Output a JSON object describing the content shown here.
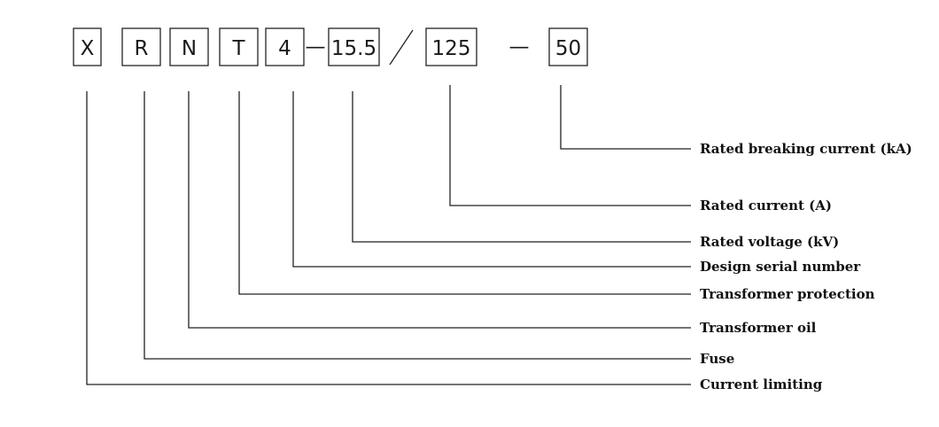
{
  "code": {
    "segments": [
      "X",
      "R",
      "N",
      "T",
      "4",
      "15.5",
      "125",
      "50"
    ],
    "separators": [
      "—",
      "/",
      "—"
    ]
  },
  "labels": [
    "Rated breaking current (kA)",
    "Rated current (A)",
    "Rated voltage (kV)",
    "Design serial number",
    "Transformer protection",
    "Transformer oil",
    "Fuse",
    "Current limiting"
  ]
}
